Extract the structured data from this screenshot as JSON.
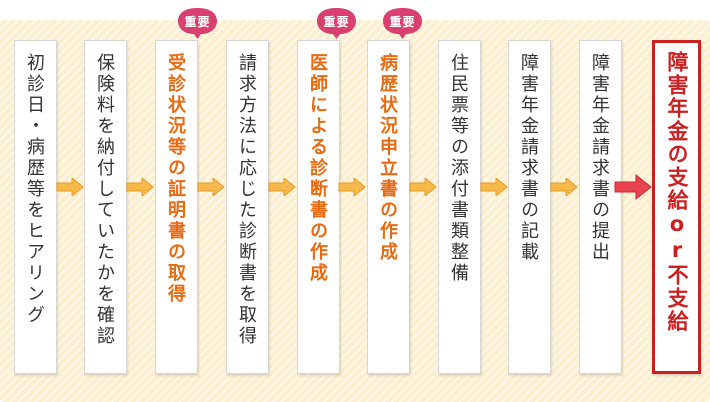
{
  "steps": [
    {
      "label": "初診日・病歴等をヒアリング",
      "important": false
    },
    {
      "label": "保険料を納付していたかを確認",
      "important": false
    },
    {
      "label": "受診状況等の証明書の取得",
      "important": true
    },
    {
      "label": "請求方法に応じた診断書を取得",
      "important": false
    },
    {
      "label": "医師による診断書の作成",
      "important": true
    },
    {
      "label": "病歴状況申立書の作成",
      "important": true
    },
    {
      "label": "住民票等の添付書類整備",
      "important": false
    },
    {
      "label": "障害年金請求書の記載",
      "important": false
    },
    {
      "label": "障害年金請求書の提出",
      "important": false
    }
  ],
  "final": {
    "label": "障害年金の支給or不支給"
  },
  "badge_label": "重要",
  "colors": {
    "important_text": "#e86a12",
    "final_border": "#cc1f1f",
    "badge_bg": "#d94070",
    "arrow": "#f7b94c",
    "final_arrow": "#e8434f"
  }
}
